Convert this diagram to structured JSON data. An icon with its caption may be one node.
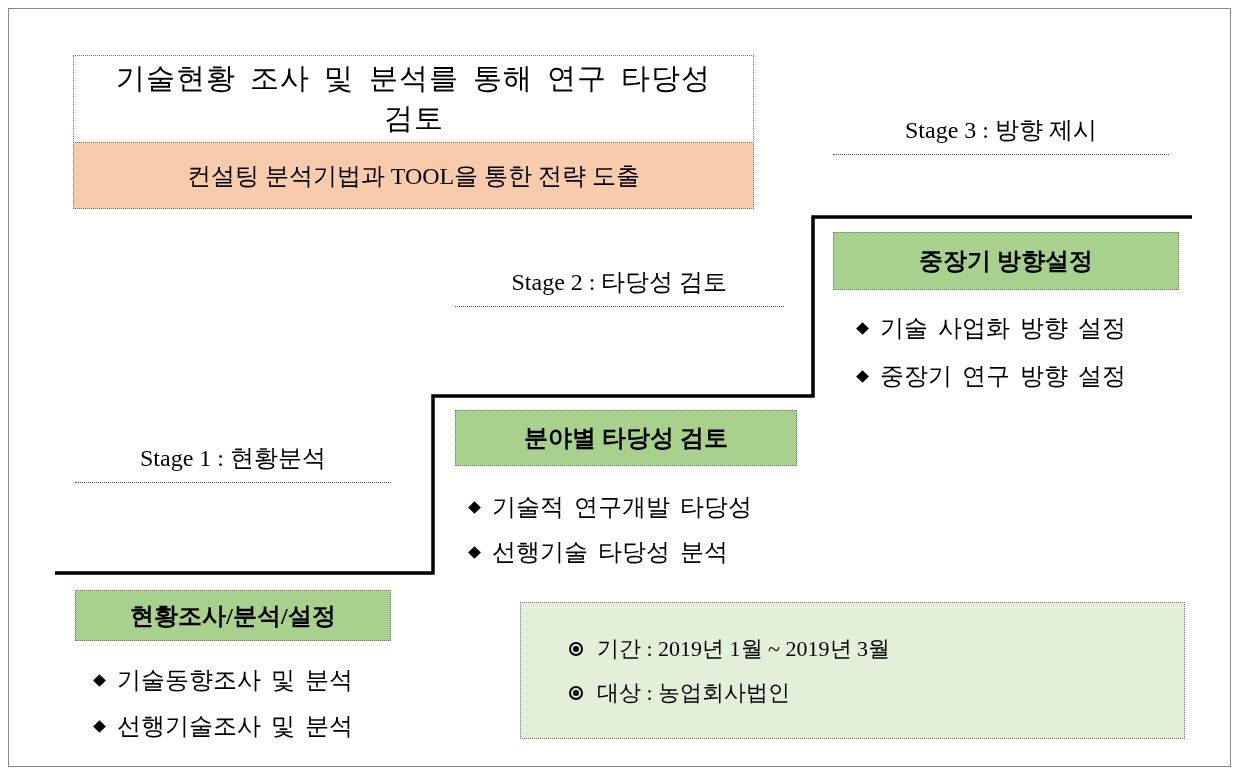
{
  "diagram": {
    "nodes": [
      {
        "text": [
          "기술현황 조사 및 분석를 통해 연구 타당성 검토"
        ]
      },
      {
        "text": [
          "컨설팅 분석기법과 TOOL을 통한 전략 도출"
        ],
        "in": 0
      },
      {
        "text": [
          "현황조사/분석/설정"
        ]
      },
      {
        "text": [
          "분야별 타당성 검토"
        ]
      },
      {
        "text": [
          "중장기 방향설정"
        ]
      },
      {
        "text": [
          "기간 : 2019년 1월 ~ 2019년 3월",
          "대상 : 농업회사법인"
        ]
      }
    ],
    "labels": [
      "Stage 3 : 방향 제시",
      "Stage 2 : 타당성 검토",
      "기술 사업화 방향 설정",
      "중장기 연구 방향 설정",
      "Stage 1 : 현황분석",
      "기술적 연구개발 타당성",
      "선행기술 타당성 분석",
      "기술동향조사 및 분석",
      "선행기술조사 및 분석"
    ]
  }
}
